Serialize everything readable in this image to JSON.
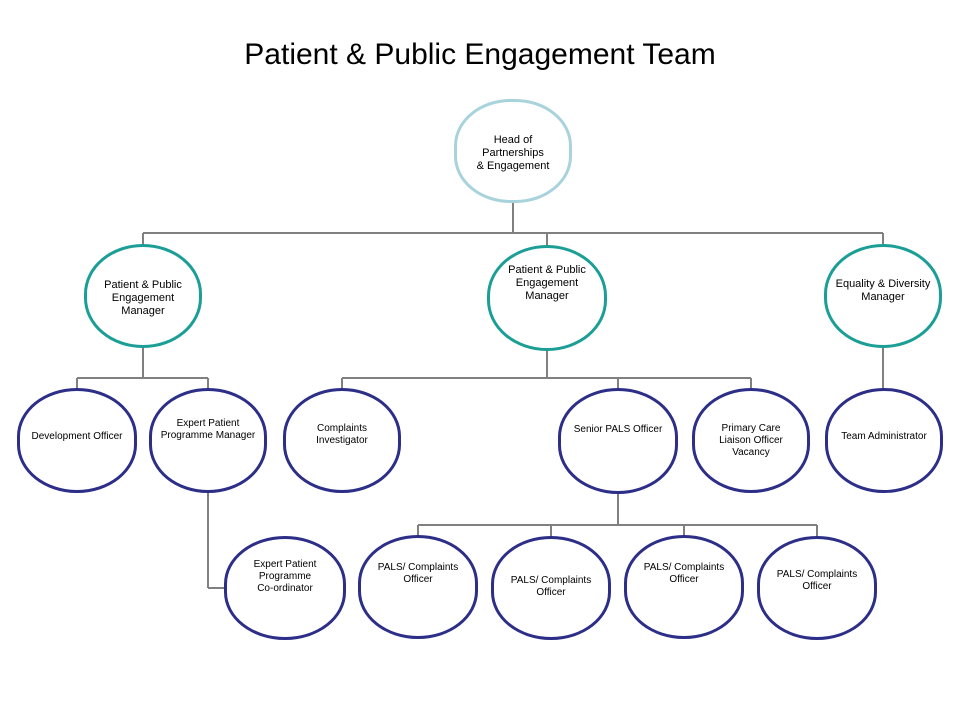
{
  "title": "Patient & Public Engagement Team",
  "colors": {
    "connector": "#808080",
    "top_border": "#a9d3dc",
    "manager_border": "#1b9e96",
    "staff_border": "#2c2e87"
  },
  "nodes": {
    "head": "Head of\nPartnerships\n& Engagement",
    "manager_left": "Patient & Public\nEngagement\nManager",
    "manager_center": "Patient & Public\nEngagement\nManager",
    "manager_right": "Equality & Diversity\nManager",
    "development_officer": "Development Officer",
    "expert_patient_manager": "Expert Patient\nProgramme Manager",
    "expert_patient_coordinator": "Expert Patient\nProgramme\nCo-ordinator",
    "complaints_investigator": "Complaints\nInvestigator",
    "senior_pals_officer": "Senior PALS Officer",
    "primary_care_liaison": "Primary Care\nLiaison Officer\nVacancy",
    "team_administrator": "Team Administrator",
    "pals_officer_1": "PALS/ Complaints\nOfficer",
    "pals_officer_2": "PALS/ Complaints\nOfficer",
    "pals_officer_3": "PALS/ Complaints\nOfficer",
    "pals_officer_4": "PALS/ Complaints\nOfficer"
  }
}
